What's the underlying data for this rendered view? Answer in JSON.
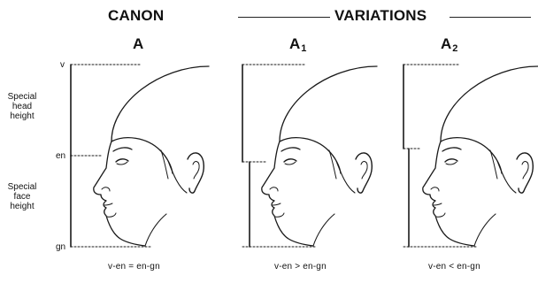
{
  "headers": {
    "canon": "CANON",
    "variations": "VARIATIONS"
  },
  "panels": [
    {
      "letter": "A",
      "subscript": "",
      "caption": "v-en = en-gn"
    },
    {
      "letter": "A",
      "subscript": "1",
      "caption": "v-en > en-gn"
    },
    {
      "letter": "A",
      "subscript": "2",
      "caption": "v-en < en-gn"
    }
  ],
  "side_labels": {
    "head_height": [
      "Special",
      "head",
      "height"
    ],
    "face_height": [
      "Special",
      "face",
      "height"
    ]
  },
  "landmarks": {
    "v": "v",
    "en": "en",
    "gn": "gn"
  }
}
